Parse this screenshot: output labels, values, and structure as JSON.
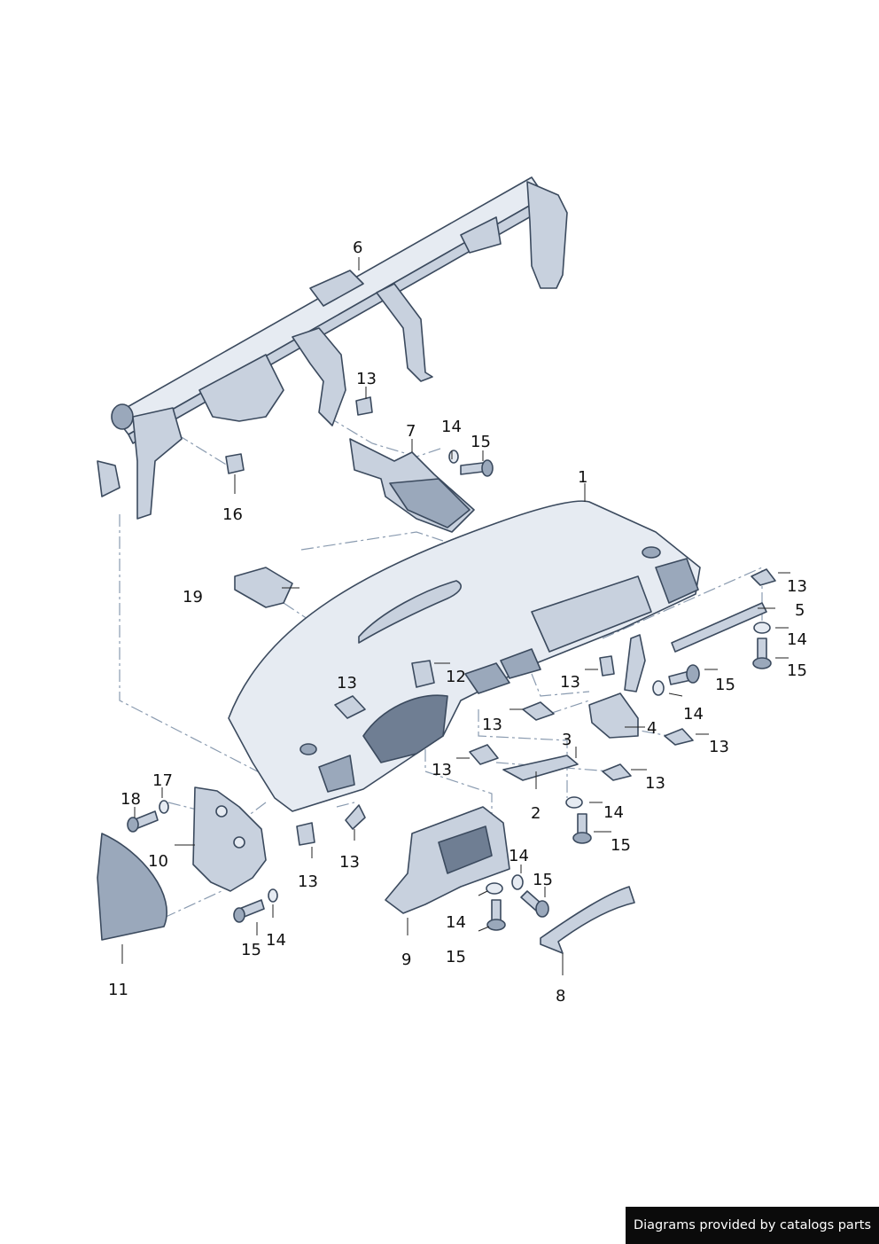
{
  "callouts": [
    {
      "id": "1",
      "label": "1"
    },
    {
      "id": "2",
      "label": "2"
    },
    {
      "id": "3",
      "label": "3"
    },
    {
      "id": "4",
      "label": "4"
    },
    {
      "id": "5",
      "label": "5"
    },
    {
      "id": "6",
      "label": "6"
    },
    {
      "id": "7",
      "label": "7"
    },
    {
      "id": "8",
      "label": "8"
    },
    {
      "id": "9",
      "label": "9"
    },
    {
      "id": "10",
      "label": "10"
    },
    {
      "id": "11",
      "label": "11"
    },
    {
      "id": "12",
      "label": "12"
    },
    {
      "id": "13",
      "label": "13"
    },
    {
      "id": "14",
      "label": "14"
    },
    {
      "id": "15",
      "label": "15"
    },
    {
      "id": "16",
      "label": "16"
    },
    {
      "id": "17",
      "label": "17"
    },
    {
      "id": "18",
      "label": "18"
    },
    {
      "id": "19",
      "label": "19"
    }
  ],
  "footer": {
    "text": "Diagrams provided by catalogs parts"
  }
}
